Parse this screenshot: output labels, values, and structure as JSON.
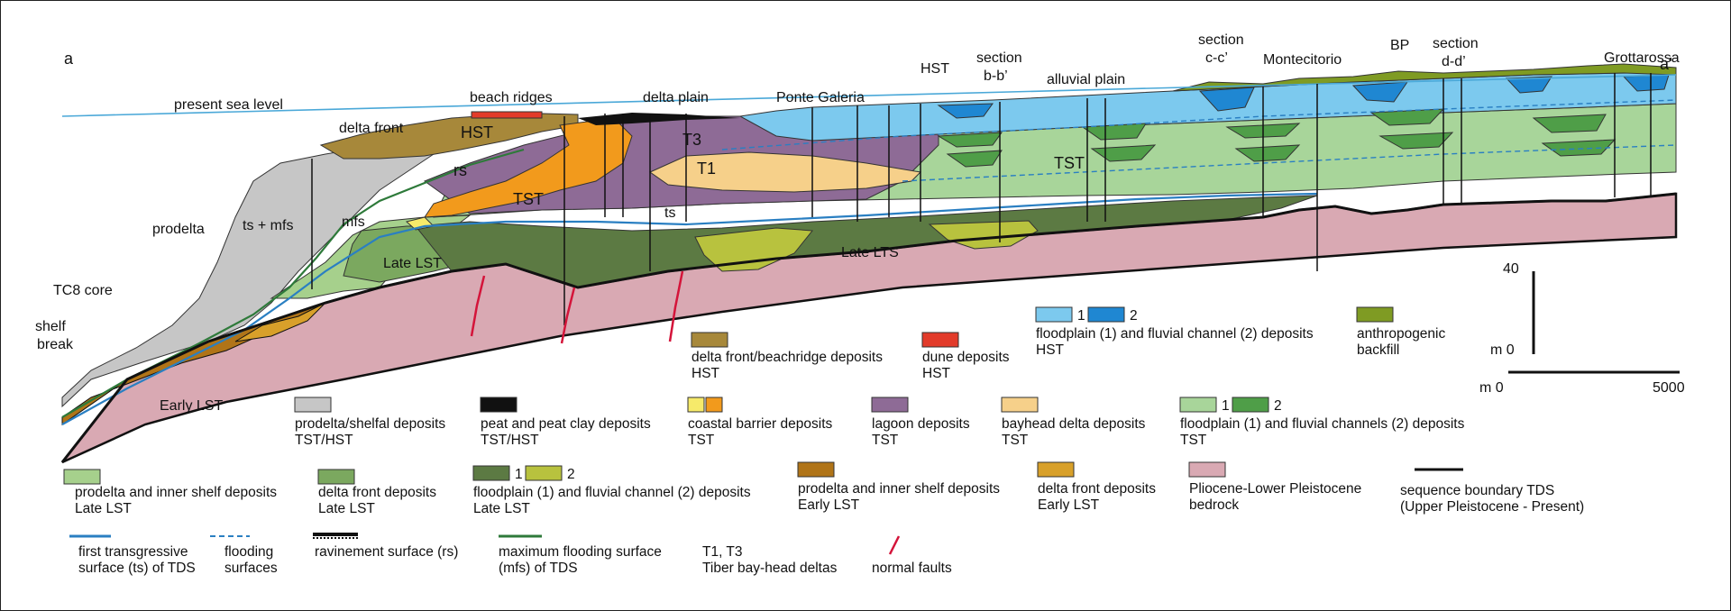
{
  "panel": {
    "left_label": "a",
    "right_label": "a’"
  },
  "section_labels": {
    "present_sea_level": "present sea level",
    "delta_front": "delta front",
    "beach_ridges": "beach ridges",
    "delta_plain": "delta plain",
    "ponte_galeria": "Ponte Galeria",
    "hst_top": "HST",
    "section_bb": [
      "section",
      "b-b’"
    ],
    "alluvial_plain": "alluvial plain",
    "section_cc": [
      "section",
      "c-c’"
    ],
    "montecitorio": "Montecitorio",
    "bp": "BP",
    "section_dd": [
      "section",
      "d-d’"
    ],
    "grottarossa": "Grottarossa",
    "hst": "HST",
    "t3": "T3",
    "t1": "T1",
    "rs": "rs",
    "tst": "TST",
    "tst_right": "TST",
    "mfs": "mfs",
    "prodelta": "prodelta",
    "ts_mfs": "ts + mfs",
    "late_lst": "Late LST",
    "ts": "ts",
    "late_lts": "Late LTS",
    "tc8_core": "TC8 core",
    "shelf_break": [
      "shelf",
      "break"
    ],
    "early_lst": "Early LST"
  },
  "scale": {
    "vertical_top": "40",
    "vertical_bottom": "m 0",
    "horizontal_left": "m 0",
    "horizontal_right": "5000"
  },
  "colors": {
    "sea_line": "#4aa8d8",
    "hst_blue_light": "#7cc9ee",
    "hst_blue_dark": "#1f87d2",
    "floodplain_tst": "#a8d59a",
    "channel_tst": "#4f9e48",
    "lagoon": "#8e6b96",
    "bayhead": "#f6d08a",
    "barrier_light": "#f6ea6a",
    "barrier_dark": "#f29a1c",
    "delta_front_hst": "#a7883a",
    "dune": "#e23b2a",
    "prodelta_gray": "#c6c6c6",
    "peat": "#111111",
    "late_lst_prodelta": "#a6d08c",
    "late_lst_deltafront": "#7ba85f",
    "late_lst_floodplain": "#5c7a43",
    "late_lst_channel": "#b8c23e",
    "early_lst_prodelta": "#b07418",
    "early_lst_deltafront": "#d8a02a",
    "bedrock": "#d9a9b3",
    "anthropogenic": "#7f9b23",
    "fault": "#d4143a",
    "ts_line": "#2a7fc2",
    "mfs_line": "#2e7a3a"
  },
  "legend": [
    {
      "key": "delta_front_beachridge",
      "lines": [
        "delta front/beachridge deposits",
        "HST"
      ]
    },
    {
      "key": "dune",
      "lines": [
        "dune deposits",
        "HST"
      ]
    },
    {
      "key": "floodplain_hst",
      "lines": [
        "floodplain (1) and fluvial channel (2) deposits",
        "HST"
      ],
      "marks": [
        "1",
        "2"
      ]
    },
    {
      "key": "anthropogenic",
      "lines": [
        "anthropogenic",
        "backfill"
      ]
    },
    {
      "key": "prodelta_shelfal",
      "lines": [
        "prodelta/shelfal deposits",
        "TST/HST"
      ]
    },
    {
      "key": "peat",
      "lines": [
        "peat and peat clay deposits",
        "TST/HST"
      ]
    },
    {
      "key": "coastal_barrier",
      "lines": [
        "coastal barrier deposits",
        "TST"
      ]
    },
    {
      "key": "lagoon",
      "lines": [
        "lagoon deposits",
        "TST"
      ]
    },
    {
      "key": "bayhead",
      "lines": [
        "bayhead delta deposits",
        "TST"
      ]
    },
    {
      "key": "floodplain_tst",
      "lines": [
        "floodplain (1) and fluvial channels (2) deposits",
        "TST"
      ],
      "marks": [
        "1",
        "2"
      ]
    },
    {
      "key": "prodelta_inner_late",
      "lines": [
        "prodelta and inner shelf deposits",
        "Late LST"
      ]
    },
    {
      "key": "delta_front_late",
      "lines": [
        "delta front deposits",
        "Late LST"
      ]
    },
    {
      "key": "floodplain_late",
      "lines": [
        "floodplain (1) and fluvial channel (2) deposits",
        "Late LST"
      ],
      "marks": [
        "1",
        "2"
      ]
    },
    {
      "key": "prodelta_inner_early",
      "lines": [
        "prodelta and inner shelf deposits",
        "Early LST"
      ]
    },
    {
      "key": "delta_front_early",
      "lines": [
        "delta front deposits",
        "Early LST"
      ]
    },
    {
      "key": "bedrock",
      "lines": [
        "Pliocene-Lower Pleistocene",
        "bedrock"
      ]
    },
    {
      "key": "sequence_boundary",
      "lines": [
        "sequence boundary TDS",
        "(Upper Pleistocene - Present)"
      ]
    },
    {
      "key": "ts_line",
      "lines": [
        "first transgressive",
        "surface (ts) of TDS"
      ]
    },
    {
      "key": "flooding",
      "lines": [
        "flooding",
        "surfaces"
      ]
    },
    {
      "key": "ravinement",
      "lines": [
        "ravinement surface (rs)"
      ]
    },
    {
      "key": "mfs_line",
      "lines": [
        "maximum flooding surface",
        "(mfs) of  TDS"
      ]
    },
    {
      "key": "t1t3",
      "lines": [
        "T1, T3",
        "Tiber bay-head deltas"
      ]
    },
    {
      "key": "faults",
      "lines": [
        "normal faults"
      ]
    }
  ]
}
